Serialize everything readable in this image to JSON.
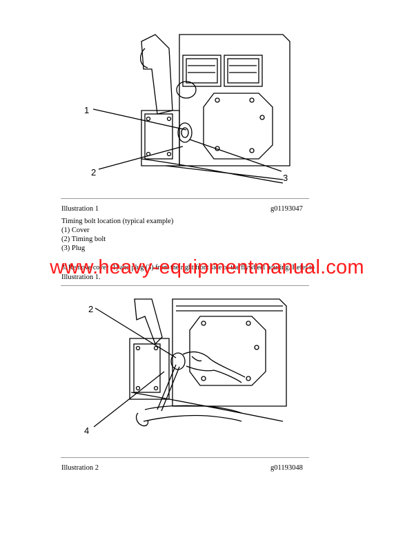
{
  "figure1": {
    "callouts": [
      "1",
      "2",
      "3"
    ],
    "label": "Illustration 1",
    "code": "g01193047",
    "title": "Timing bolt location (typical example)",
    "items": [
      "(1) Cover",
      "(2) Timing bolt",
      "(3) Plug"
    ]
  },
  "step": {
    "line1": "3. Remove cover (1) and plug (3) from the right front side of the flywheel housing. Refer to",
    "line2": "Illustration 1."
  },
  "figure2": {
    "callouts": [
      "2",
      "4"
    ],
    "label": "Illustration 2",
    "code": "g01193048"
  },
  "watermark": "www.heavy-equipmentmanual.com"
}
